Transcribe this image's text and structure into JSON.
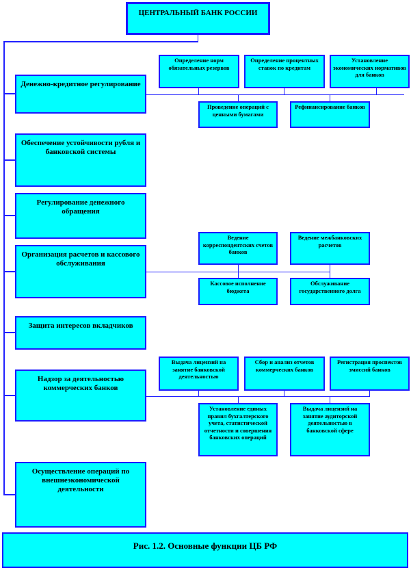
{
  "title": "ЦЕНТРАЛЬНЫЙ  БАНК РОССИИ",
  "functions": [
    {
      "label": "Денежно-кредитное регулирование",
      "sub_top": [
        "Определение норм обязательных резервов",
        "Определение процентных ставок по кредитам",
        "Установление экономических нормативов для банков"
      ],
      "sub_bottom": [
        "Проведение операций с ценными бумагами",
        "Рефинансирование банков"
      ]
    },
    {
      "label": "Обеспечение устойчивости рубля и банковской системы"
    },
    {
      "label": "Регулирование денежного обращения"
    },
    {
      "label": "Организация расчетов и кассового обслуживания",
      "sub_top": [
        "Ведение корреспондентских счетов банков",
        "Ведение межбанковских расчетов"
      ],
      "sub_bottom": [
        "Кассовое исполнение бюджета",
        "Обслуживание государственного долга"
      ]
    },
    {
      "label": "Защита интересов вкладчиков"
    },
    {
      "label": "Надзор за деятельностью коммерческих банков",
      "sub_top": [
        "Выдача лицензий на занятие банковской деятельностью",
        "Сбор и анализ отчетов коммерческих банков",
        "Регистрация проспектов эмиссий банков"
      ],
      "sub_bottom": [
        "Установление единых правил бухгалтерского учета, статистической отчетности и совершения банковских операций",
        "Выдача лицензий на занятие аудиторской деятельностью в банковской сфере"
      ]
    },
    {
      "label": "Осуществление  операций по внешнеэкономической деятельности"
    }
  ],
  "caption": "Рис. 1.2. Основные функции ЦБ РФ"
}
